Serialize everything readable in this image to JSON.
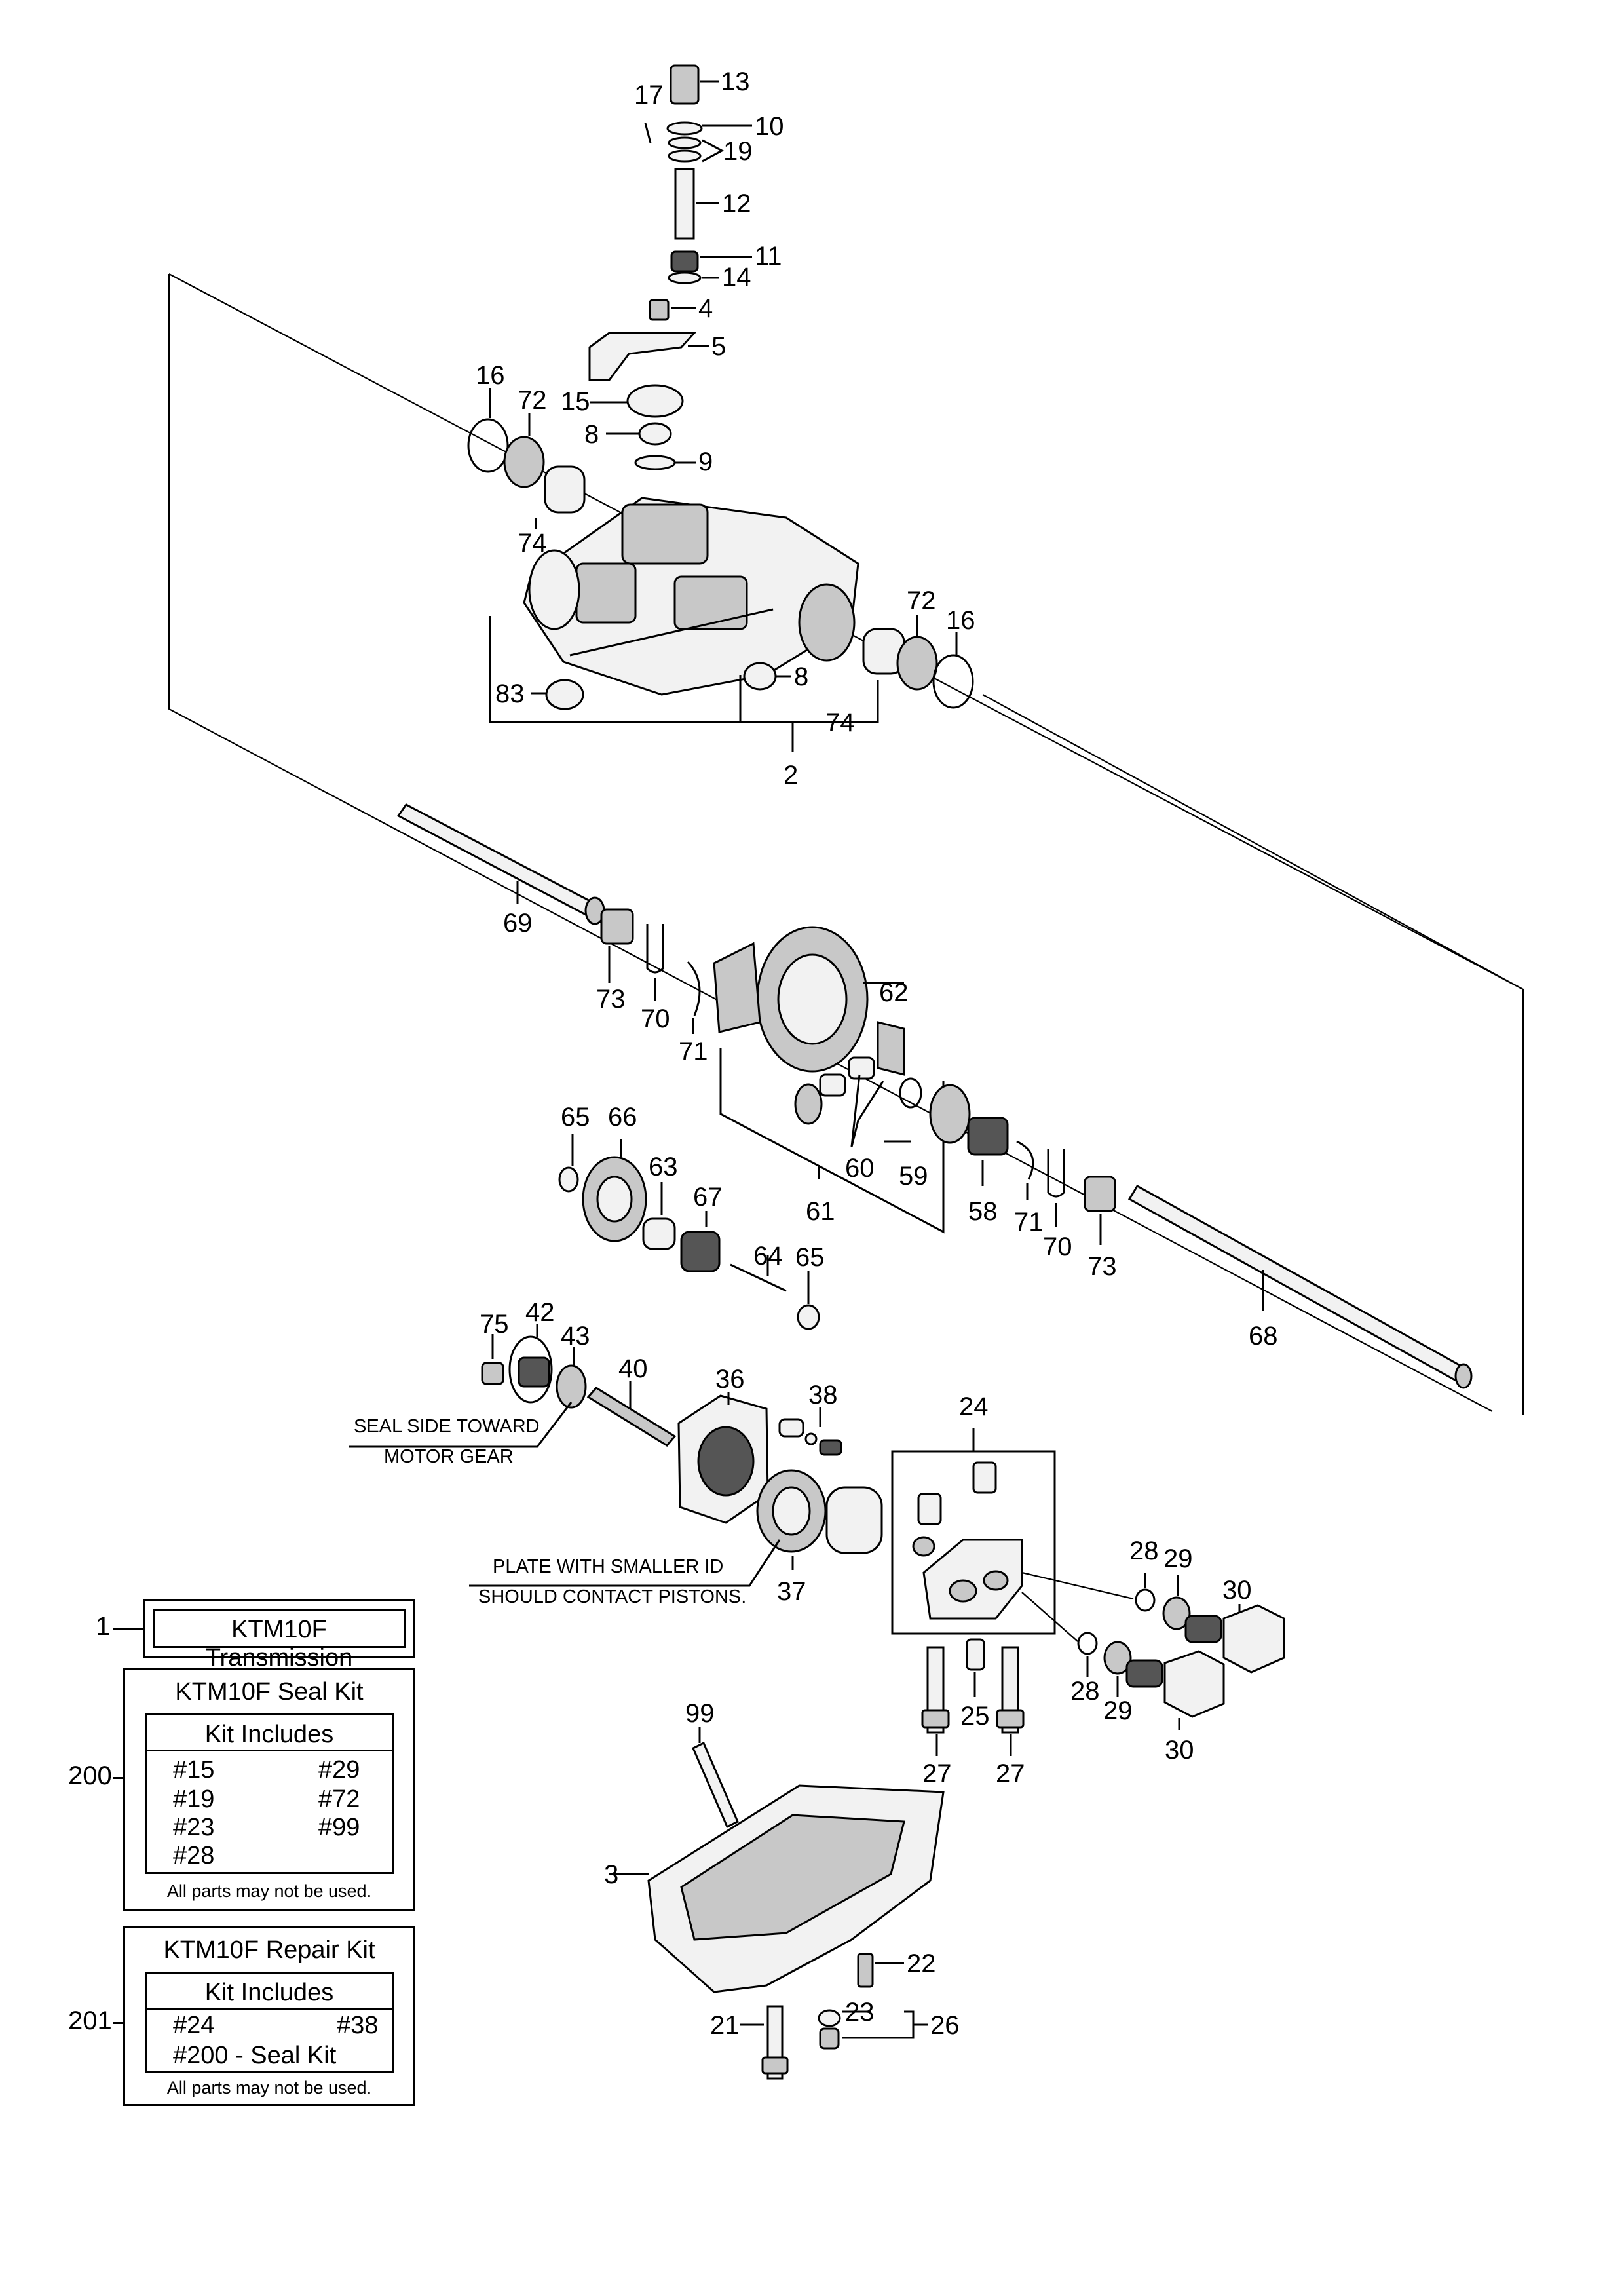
{
  "callouts": {
    "c2": "2",
    "c3": "3",
    "c4": "4",
    "c5": "5",
    "c8a": "8",
    "c8b": "8",
    "c9": "9",
    "c10": "10",
    "c11": "11",
    "c12": "12",
    "c13": "13",
    "c14": "14",
    "c15": "15",
    "c16a": "16",
    "c16b": "16",
    "c17": "17",
    "c19": "19",
    "c21": "21",
    "c22": "22",
    "c23": "23",
    "c24": "24",
    "c25": "25",
    "c26": "26",
    "c27a": "27",
    "c27b": "27",
    "c28a": "28",
    "c28b": "28",
    "c29a": "29",
    "c29b": "29",
    "c30a": "30",
    "c30b": "30",
    "c36": "36",
    "c37": "37",
    "c38": "38",
    "c40": "40",
    "c42": "42",
    "c43": "43",
    "c58": "58",
    "c59": "59",
    "c60": "60",
    "c61": "61",
    "c62": "62",
    "c63": "63",
    "c64": "64",
    "c65a": "65",
    "c65b": "65",
    "c66": "66",
    "c67": "67",
    "c68": "68",
    "c69": "69",
    "c70a": "70",
    "c70b": "70",
    "c71a": "71",
    "c71b": "71",
    "c72a": "72",
    "c72b": "72",
    "c73a": "73",
    "c73b": "73",
    "c74a": "74",
    "c74b": "74",
    "c75": "75",
    "c83": "83",
    "c99": "99"
  },
  "notes": {
    "seal_side_1": "SEAL SIDE TOWARD",
    "seal_side_2": "MOTOR GEAR",
    "plate_1": "PLATE WITH SMALLER ID",
    "plate_2": "SHOULD CONTACT PISTONS."
  },
  "transmission": {
    "ref": "1",
    "label": "KTM10F Transmission"
  },
  "seal_kit": {
    "ref": "200",
    "title": "KTM10F Seal Kit",
    "includes_label": "Kit Includes",
    "items_left": [
      "#15",
      "#19",
      "#23",
      "#28"
    ],
    "items_right": [
      "#29",
      "#72",
      "#99"
    ],
    "note": "All parts may not be used."
  },
  "repair_kit": {
    "ref": "201",
    "title": "KTM10F Repair Kit",
    "includes_label": "Kit Includes",
    "item_24": "#24",
    "item_38": "#38",
    "item_200": "#200 - Seal Kit",
    "note": "All parts may not be used."
  }
}
